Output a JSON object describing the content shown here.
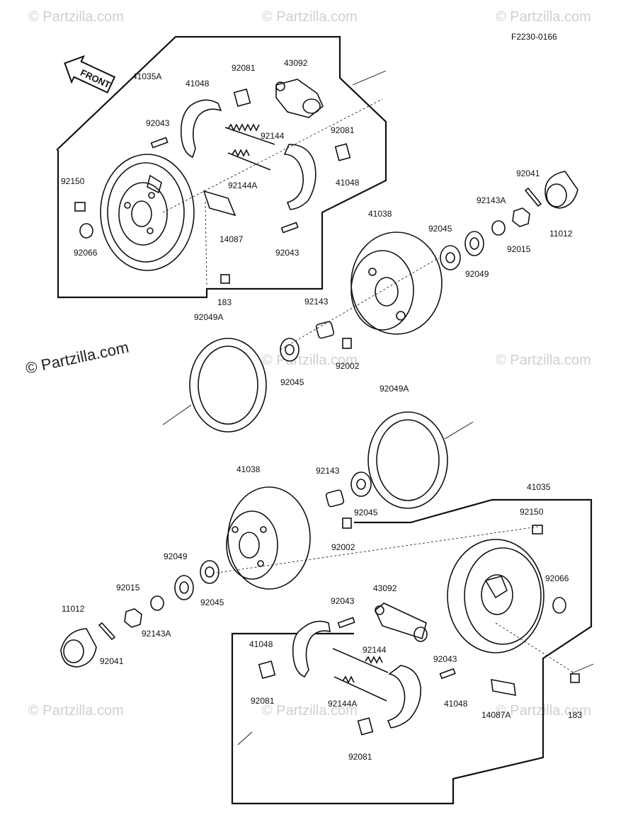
{
  "diagram": {
    "code": "F2230-0166",
    "front_label": "FRONT",
    "watermark_main": "© Partzilla.com",
    "watermark_faint": "© Partzilla.com",
    "labels": [
      "41035A",
      "41048",
      "92081",
      "43092",
      "92043",
      "92144",
      "92081",
      "92150",
      "92144A",
      "41048",
      "92041",
      "92143A",
      "11012",
      "41038",
      "92045",
      "92015",
      "14087",
      "92066",
      "92049",
      "92043",
      "183",
      "92143",
      "92049A",
      "92002",
      "92045",
      "92049A",
      "41038",
      "92143",
      "92045",
      "41035",
      "92150",
      "92002",
      "92049",
      "92015",
      "92045",
      "92066",
      "11012",
      "92143A",
      "43092",
      "92043",
      "41048",
      "92041",
      "92144",
      "92043",
      "92081",
      "92144A",
      "41048",
      "14087A",
      "183",
      "92081"
    ]
  }
}
